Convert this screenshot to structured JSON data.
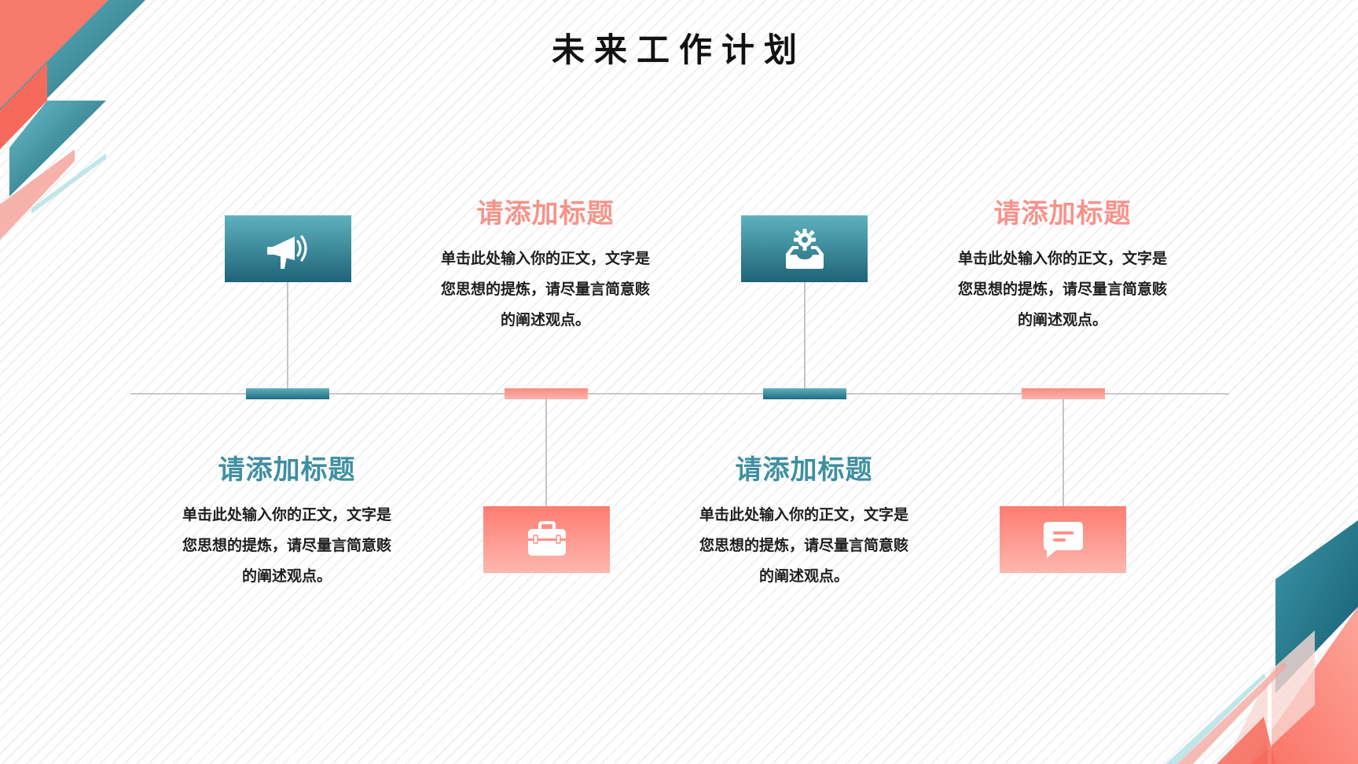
{
  "slide": {
    "title": "未来工作计划"
  },
  "colors": {
    "teal": "#1d6478",
    "teal_light": "#5fb1be",
    "coral": "#fe7c72",
    "coral_light": "#fdb7ae",
    "title_coral": "#f6938a",
    "title_teal": "#3d8fa0"
  },
  "items": [
    {
      "icon": "megaphone-icon",
      "title": "请添加标题",
      "body": "单击此处输入你的正文，文字是您思想的提炼，请尽量言简意赅的阐述观点。"
    },
    {
      "icon": "briefcase-icon",
      "title": "请添加标题",
      "body": "单击此处输入你的正文，文字是您思想的提炼，请尽量言简意赅的阐述观点。"
    },
    {
      "icon": "gear-inbox-icon",
      "title": "请添加标题",
      "body": "单击此处输入你的正文，文字是您思想的提炼，请尽量言简意赅的阐述观点。"
    },
    {
      "icon": "chat-bubble-icon",
      "title": "请添加标题",
      "body": "单击此处输入你的正文，文字是您思想的提炼，请尽量言简意赅的阐述观点。"
    }
  ]
}
